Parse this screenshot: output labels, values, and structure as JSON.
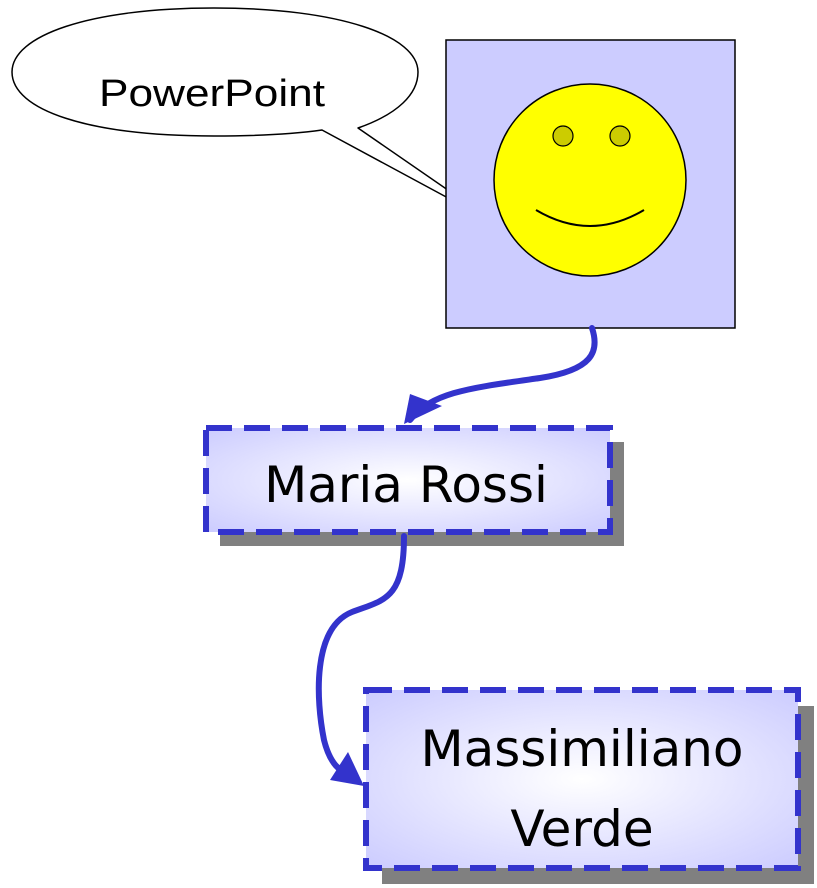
{
  "callout": {
    "label": "PowerPoint"
  },
  "nodes": {
    "maria": {
      "label": "Maria Rossi"
    },
    "massimiliano": {
      "line1": "Massimiliano",
      "line2": "Verde"
    }
  },
  "colors": {
    "picture_background": "#ccccff",
    "smiley_face": "#ffff00",
    "smiley_eyes": "#cccc00",
    "connector": "#3333cc",
    "node_border": "#3333cc",
    "node_fill_center": "#ffffff",
    "node_fill_edge": "#ccccff",
    "shadow": "#808080"
  },
  "icons": {
    "smiley": "smiley-face-icon"
  }
}
